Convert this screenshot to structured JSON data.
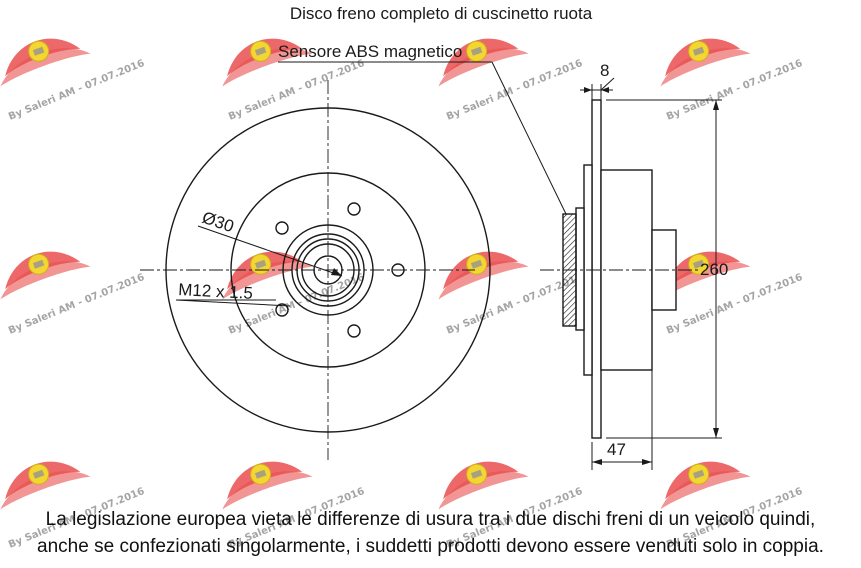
{
  "title": "Disco freno completo di cuscinetto ruota",
  "labels": {
    "sensor": "Sensore ABS magnetico",
    "hub_diameter": "Ø30",
    "thread": "M12 x 1.5",
    "thickness": "8",
    "diameter": "260",
    "height": "47"
  },
  "note_lines": [
    "La legislazione europea vieta le differenze di usura tra i due dischi freni di un veicolo quindi,",
    "anche se confezionati singolarmente, i suddetti prodotti devono essere venduti solo in coppia."
  ],
  "watermark": {
    "text": "By Saleri AM - 07.07.2016",
    "logo_color": "#e63a3a",
    "badge_color": "#f2d21a"
  },
  "colors": {
    "line": "#1a1a1a"
  }
}
